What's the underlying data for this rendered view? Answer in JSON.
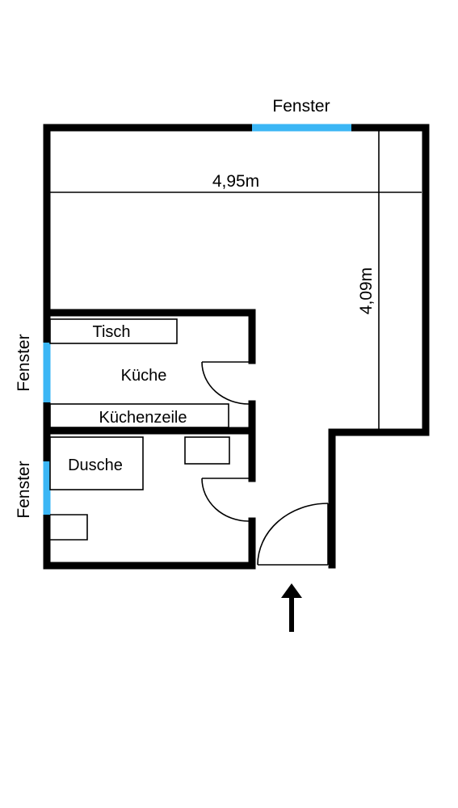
{
  "labels": {
    "window_top": "Fenster",
    "window_left_kitchen": "Fenster",
    "window_left_shower": "Fenster",
    "width_dimension": "4,95m",
    "height_dimension": "4,09m",
    "table": "Tisch",
    "kitchen": "Küche",
    "kitchenette": "Küchenzeile",
    "shower": "Dusche"
  },
  "colors": {
    "wall": "#000000",
    "window": "#3bb6f5",
    "background": "#ffffff"
  },
  "icons": {
    "entrance": "arrow-up-icon"
  }
}
